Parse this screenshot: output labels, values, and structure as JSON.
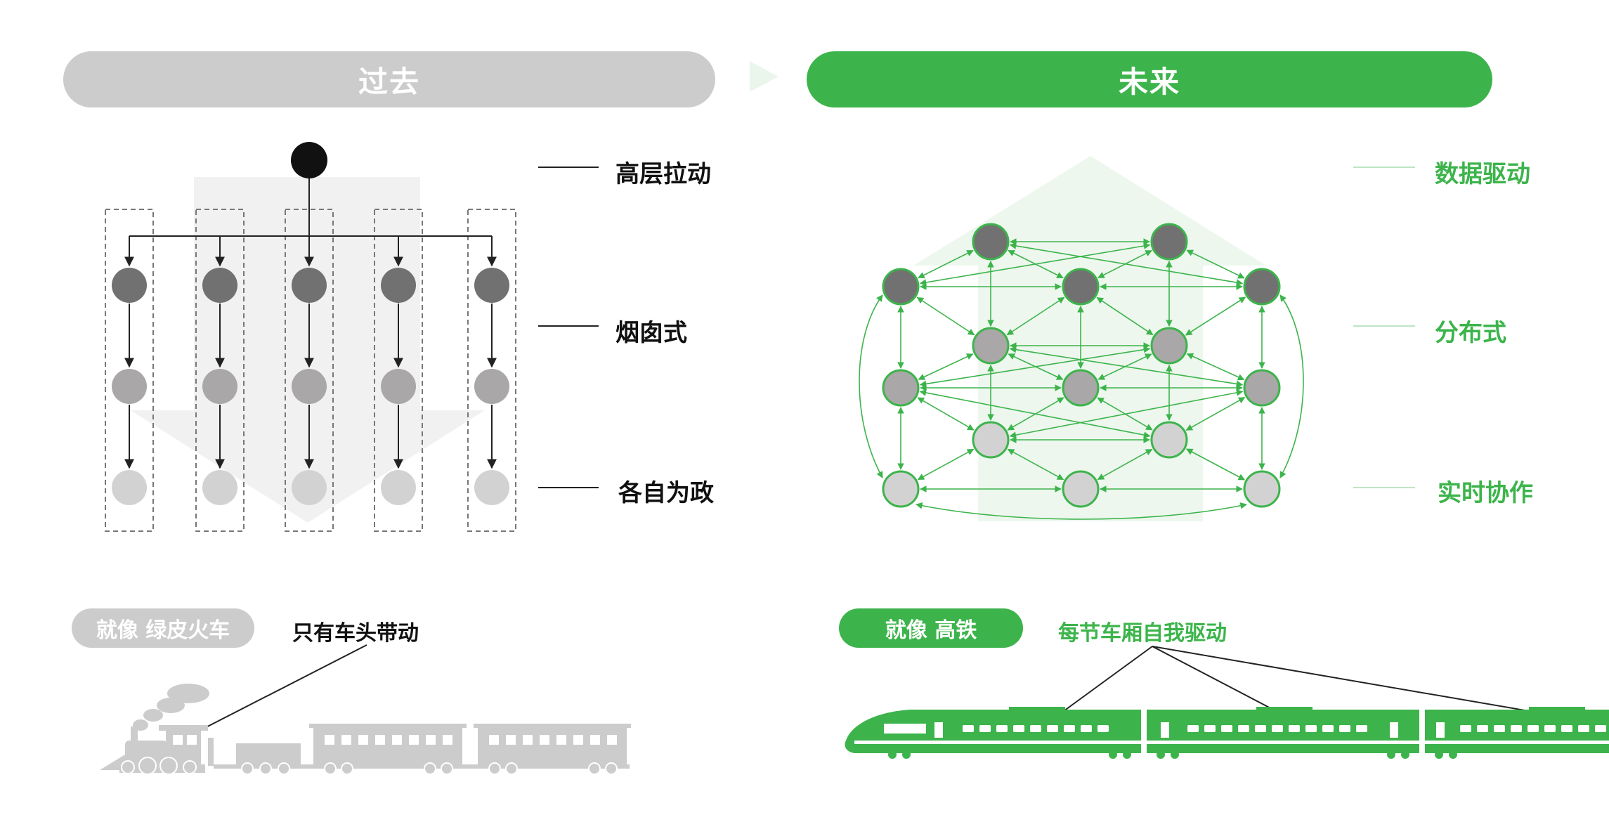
{
  "colors": {
    "green": "#3CB44B",
    "grey_header": "#CCCCCC",
    "dark_node": "#727171",
    "mid_node": "#A9A7A7",
    "light_node": "#D3D2D2"
  },
  "past": {
    "header": "过去",
    "labels": [
      "高层拉动",
      "烟囱式",
      "各自为政"
    ],
    "analogy_pill": "就像 绿皮火车",
    "analogy_caption": "只有车头带动",
    "icon": "steam-train-icon"
  },
  "future": {
    "header": "未来",
    "labels": [
      "数据驱动",
      "分布式",
      "实时协作"
    ],
    "analogy_pill": "就像 高铁",
    "analogy_caption": "每节车厢自我驱动",
    "icon": "high-speed-train-icon"
  }
}
